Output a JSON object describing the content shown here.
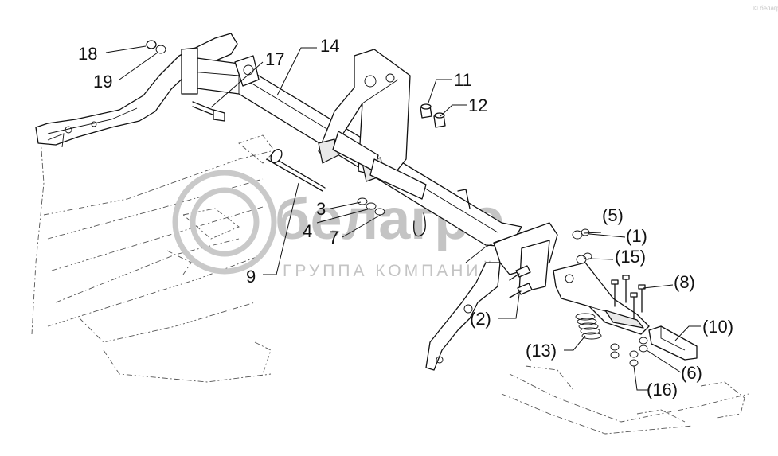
{
  "watermark": {
    "brand": "белагро",
    "tagline": "ГРУППА КОМПАНИЙ",
    "corner_mark": "© белагро"
  },
  "callouts": [
    {
      "id": "c18",
      "text": "18"
    },
    {
      "id": "c19",
      "text": "19"
    },
    {
      "id": "c17",
      "text": "17"
    },
    {
      "id": "c14",
      "text": "14"
    },
    {
      "id": "c11",
      "text": "11"
    },
    {
      "id": "c12",
      "text": "12"
    },
    {
      "id": "c3",
      "text": "3"
    },
    {
      "id": "c4",
      "text": "4"
    },
    {
      "id": "c7",
      "text": "7"
    },
    {
      "id": "c9",
      "text": "9"
    },
    {
      "id": "c5",
      "text": "(5)"
    },
    {
      "id": "c1",
      "text": "(1)"
    },
    {
      "id": "c15",
      "text": "(15)"
    },
    {
      "id": "c8",
      "text": "(8)"
    },
    {
      "id": "c2",
      "text": "(2)"
    },
    {
      "id": "c10",
      "text": "(10)"
    },
    {
      "id": "c13",
      "text": "(13)"
    },
    {
      "id": "c6",
      "text": "(6)"
    },
    {
      "id": "c16",
      "text": "(16)"
    }
  ],
  "colors": {
    "ink": "#111111",
    "watermark": "#c4c4c4",
    "background": "#ffffff"
  }
}
